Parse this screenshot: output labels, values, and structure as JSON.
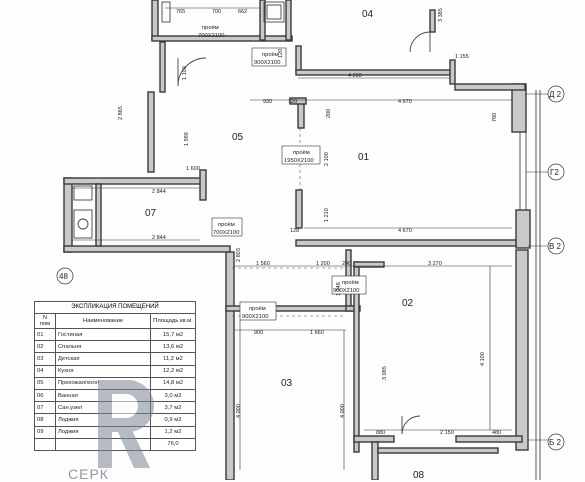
{
  "rooms": [
    {
      "num": "04"
    },
    {
      "num": "05"
    },
    {
      "num": "01"
    },
    {
      "num": "07"
    },
    {
      "num": "02"
    },
    {
      "num": "03"
    },
    {
      "num": "08"
    }
  ],
  "openings": [
    {
      "label": "проём",
      "size": "700Х2100"
    },
    {
      "label": "проём",
      "size": "900Х2100"
    },
    {
      "label": "проём",
      "size": "1950Х2100"
    },
    {
      "label": "проём",
      "size": "700Х2100"
    },
    {
      "label": "проём",
      "size": "900Х2100"
    },
    {
      "label": "проём",
      "size": "900Х2100"
    }
  ],
  "axes": [
    "Д 2",
    "Г2",
    "В 2",
    "Б 2",
    "48"
  ],
  "dimensions": {
    "d765": "765",
    "d700": "700",
    "d662": "662",
    "d4260": "4 260",
    "d1155": "1 155",
    "d930": "930",
    "d120a": "120",
    "d4670a": "4 670",
    "d4670b": "4 670",
    "d1600": "1 600",
    "d2844a": "2 844",
    "d2844b": "2 844",
    "d1560": "1 560",
    "d1200": "1 200",
    "d240": "240",
    "d3270": "3 270",
    "d900a": "900",
    "d1660": "1 660",
    "d4100": "4 100",
    "d3085": "3 085",
    "d4000a": "4 000",
    "d4000b": "4 000",
    "d880": "880",
    "d2150": "2 150",
    "d480": "480",
    "d3385": "3 385",
    "d1100": "1 100",
    "d1989": "1 989",
    "d1210": "1 210",
    "d2100": "2 100",
    "d1246": "1 246",
    "d2803": "2 803",
    "d120b": "120",
    "d780": "780",
    "d200": "200",
    "d128": "128",
    "d2865": "2 865"
  },
  "table": {
    "caption": "ЭКСПЛИКАЦИЯ ПОМЕЩЕНИЙ",
    "header": {
      "n": "N пом",
      "name": "Наименование",
      "area": "Площадь кв.м."
    },
    "rows": [
      {
        "n": "01",
        "name": "Гостиная",
        "area": "15,7 м2"
      },
      {
        "n": "02",
        "name": "Спальня",
        "area": "13,6 м2"
      },
      {
        "n": "03",
        "name": "Детская",
        "area": "11,2 м2"
      },
      {
        "n": "04",
        "name": "Кухня",
        "area": "12,2 м2"
      },
      {
        "n": "05",
        "name": "Прихожая/холл",
        "area": "14,8 м2"
      },
      {
        "n": "06",
        "name": "Ванная",
        "area": "3,0 м2"
      },
      {
        "n": "07",
        "name": "Сан.узел",
        "area": "3,7 м2"
      },
      {
        "n": "08",
        "name": "Лоджия",
        "area": "0,9 м2"
      },
      {
        "n": "09",
        "name": "Лоджия",
        "area": "1,2 м2"
      },
      {
        "n": "",
        "name": "",
        "area": "76,0"
      }
    ]
  },
  "watermark": {
    "text": "СЕРК"
  },
  "colors": {
    "wall_fill": "#c9c9c9",
    "wall_stroke": "#3a3a3a",
    "watermark": "#6f7885"
  }
}
